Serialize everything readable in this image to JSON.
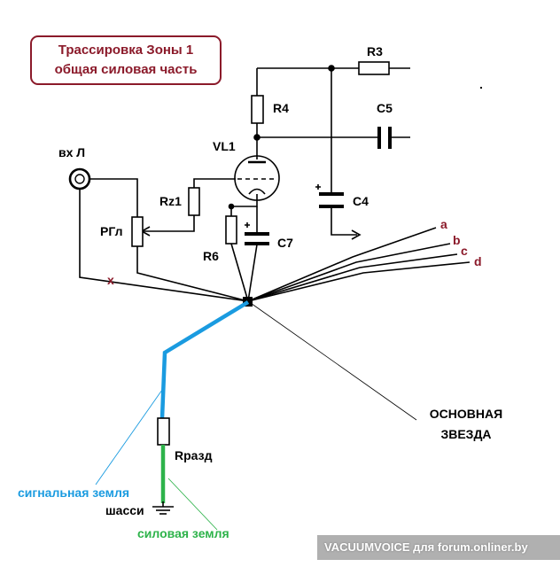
{
  "title": {
    "line1": "Трассировка Зоны 1",
    "line2": "общая силовая часть"
  },
  "components": {
    "r3": "R3",
    "r4": "R4",
    "c5": "C5",
    "vl1": "VL1",
    "rz1": "Rz1",
    "c4": "C4",
    "c7": "C7",
    "r6": "R6",
    "rgl": "РГл",
    "input": "вх Л",
    "rrazd": "Rразд"
  },
  "marks": {
    "x": "x",
    "a": "a",
    "b": "b",
    "c": "c",
    "d": "d"
  },
  "annotations": {
    "star_line1": "ОСНОВНАЯ",
    "star_line2": "ЗВЕЗДА",
    "signal_ground": "сигнальная земля",
    "chassis": "шасси",
    "power_ground": "силовая земля"
  },
  "watermark": "VACUUMVOICE для forum.onliner.by",
  "colors": {
    "title_border": "#8b1a2a",
    "signal_ground": "#1a9be0",
    "power_ground": "#2db34a",
    "marks": "#8b1a2a"
  }
}
